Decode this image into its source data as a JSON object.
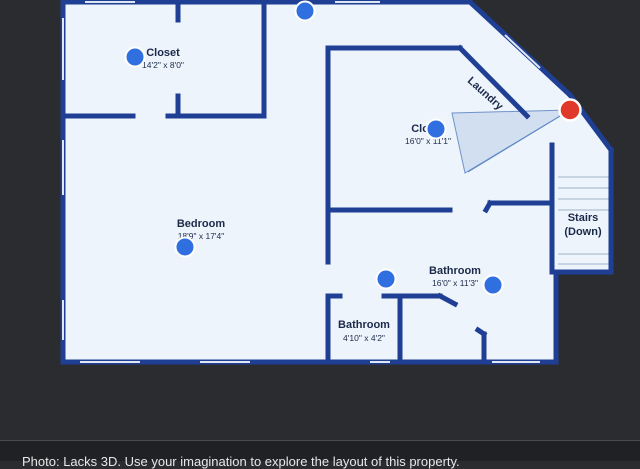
{
  "floorplan": {
    "rooms": {
      "closet_top": {
        "name": "Closet",
        "dims": "14'2\" x 8'0\""
      },
      "closet_right": {
        "name": "Closet",
        "dims": "16'0\" x 11'1\""
      },
      "laundry": {
        "name": "Laundry"
      },
      "bedroom": {
        "name": "Bedroom",
        "dims": "18'9\" x 17'4\""
      },
      "bathroom_main": {
        "name": "Bathroom",
        "dims": "16'0\" x 11'3\""
      },
      "bathroom_small": {
        "name": "Bathroom",
        "dims": "4'10\" x 4'2\""
      },
      "stairs": {
        "line1": "Stairs",
        "line2": "(Down)"
      }
    },
    "colors": {
      "wall": "#1f3f94",
      "floor": "#eef4fb",
      "hotspot": "#2f6fe0",
      "current_position": "#e0382a"
    }
  },
  "caption": "Photo: Lacks 3D. Use your imagination to explore the layout of this property."
}
